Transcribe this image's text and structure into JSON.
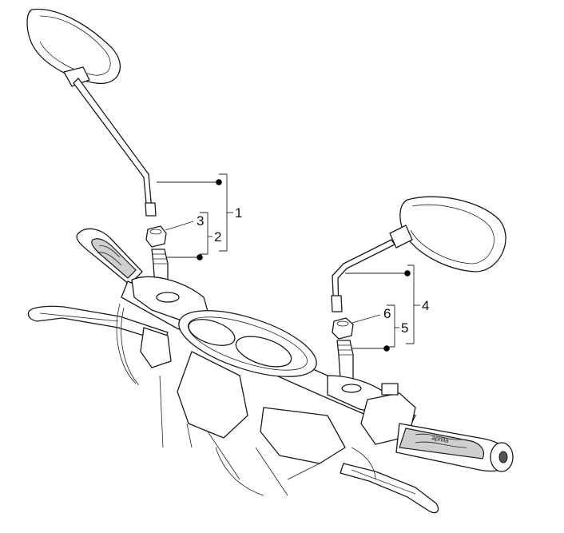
{
  "callouts": {
    "c1": "1",
    "c2": "2",
    "c3": "3",
    "c4": "4",
    "c5": "5",
    "c6": "6"
  },
  "grip_logo": {
    "brand": "aprilia"
  },
  "colors": {
    "line": "#1a1a1a",
    "background": "#ffffff"
  }
}
